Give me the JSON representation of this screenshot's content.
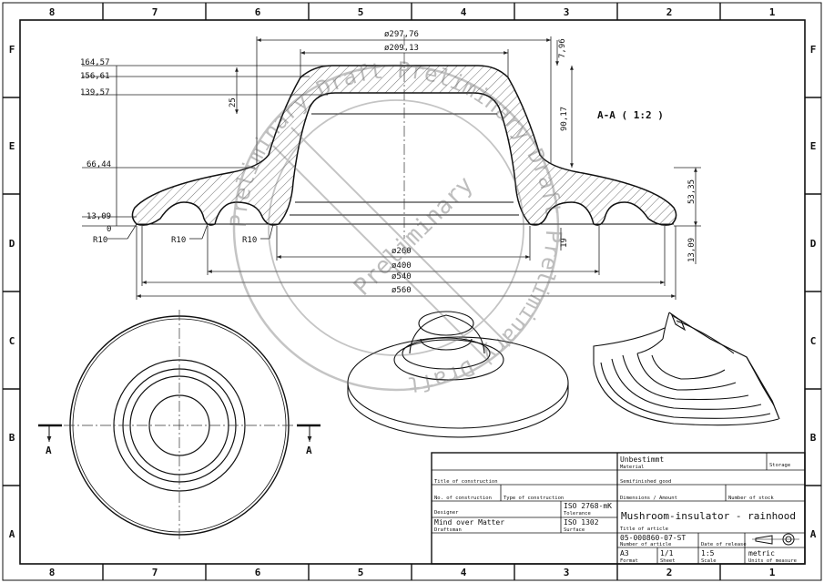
{
  "zones": {
    "columns": [
      "8",
      "7",
      "6",
      "5",
      "4",
      "3",
      "2",
      "1"
    ],
    "rows": [
      "F",
      "E",
      "D",
      "C",
      "B",
      "A"
    ]
  },
  "section": {
    "label": "A-A ( 1:2 )",
    "dims": {
      "d1": "ø297,76",
      "d2": "ø209,13",
      "h164": "164,57",
      "h156": "156,61",
      "h139": "139,57",
      "h66": "66,44",
      "h13": "13,09",
      "h0": "0",
      "v25": "25",
      "v796": "7,96",
      "v9017": "90,17",
      "v5335": "53,35",
      "v1309": "13,09",
      "v19": "19",
      "r1": "R10",
      "r2": "R10",
      "r3": "R10",
      "d260": "ø260",
      "d400": "ø400",
      "d540": "ø540",
      "d560": "ø560"
    }
  },
  "plan": {
    "cut_left": "A",
    "cut_right": "A"
  },
  "watermark": {
    "outer": "Preliminary Draft Preliminary Draft Preliminary Draft",
    "center": "Preliminary"
  },
  "title_block": {
    "material_value": "Unbestimmt",
    "material_label": "Material",
    "storage_label": "Storage",
    "title_of_construction_label": "Title of construction",
    "semifinished_label": "Semifinished good",
    "no_construction_label": "No. of construction",
    "type_construction_label": "Type of construction",
    "dimensions_label": "Dimensions / Amount",
    "stock_label": "Number of stock",
    "designer_label": "Designer",
    "tolerance_value": "ISO 2768-mK",
    "tolerance_label": "Tolerance",
    "title_value": "Mushroom-insulator - rainhood",
    "title_label": "Title of article",
    "draftsman_value": "Mind over Matter",
    "draftsman_label": "Draftsman",
    "surface_value": "ISO 1302",
    "surface_label": "Surface",
    "article_value": "05-000860-07-ST",
    "article_label": "Number of article",
    "release_label": "Date of release",
    "format_value": "A3",
    "format_label": "Format",
    "sheet_value": "1/1",
    "sheet_label": "Sheet",
    "scale_value": "1:5",
    "scale_label": "Scale",
    "units_value": "metric",
    "units_label": "Units of measure"
  }
}
